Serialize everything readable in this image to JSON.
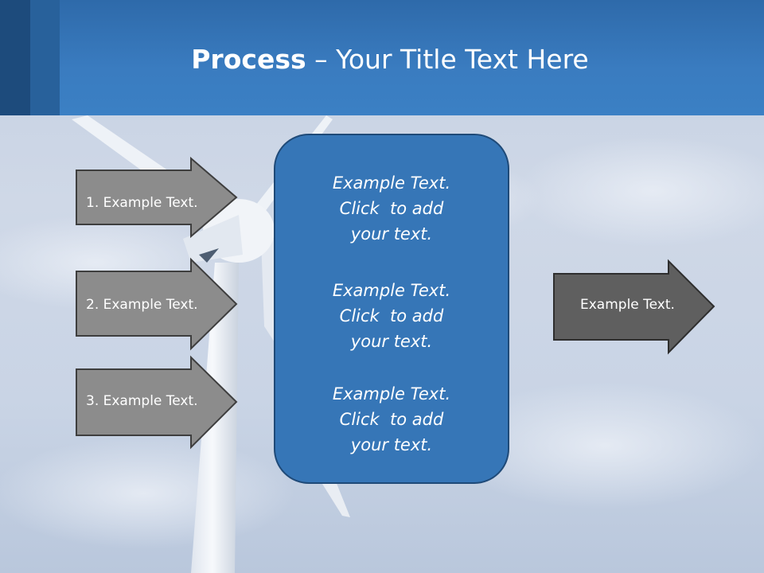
{
  "slide": {
    "title_bold": "Process",
    "title_rest": " – Your Title Text Here",
    "colors": {
      "header": "#3a7cc0",
      "center_box": "#3676b7",
      "left_arrow": "#8c8c8c",
      "right_arrow": "#5f5f5f"
    }
  },
  "left_arrows": [
    {
      "label": "1. Example Text."
    },
    {
      "label": "2. Example Text."
    },
    {
      "label": "3. Example Text."
    }
  ],
  "center_blocks": [
    {
      "lines": [
        "Example Text.",
        "Click  to add",
        "your text."
      ]
    },
    {
      "lines": [
        "Example Text.",
        "Click  to add",
        "your text."
      ]
    },
    {
      "lines": [
        "Example Text.",
        "Click  to add",
        "your text."
      ]
    }
  ],
  "right_arrow": {
    "label": "Example Text."
  }
}
